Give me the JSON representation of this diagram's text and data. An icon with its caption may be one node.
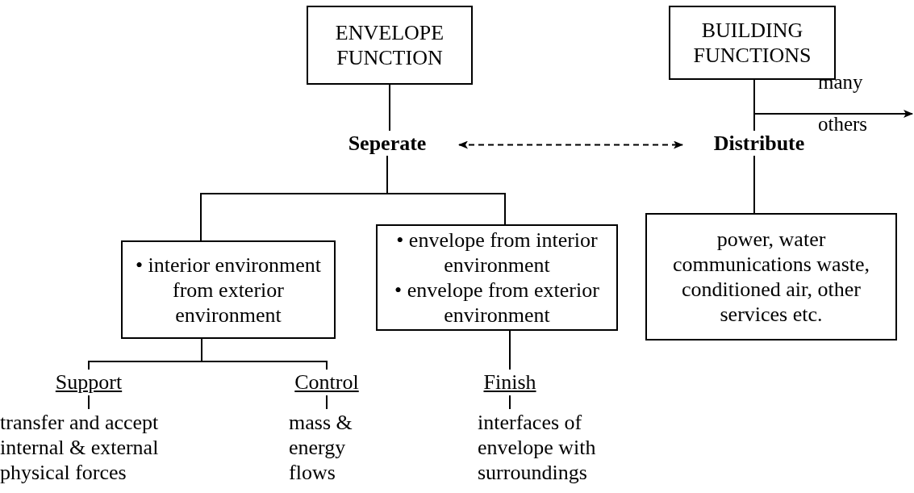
{
  "diagram": {
    "nodes": [
      {
        "text": [
          "ENVELOPE FUNCTION"
        ]
      },
      {
        "text": [
          "BUILDING FUNCTIONS"
        ]
      },
      {
        "text": [
          "Seperate"
        ]
      },
      {
        "text": [
          "Distribute"
        ]
      },
      {
        "text": [
          "• interior environment from exterior environment"
        ]
      },
      {
        "text": [
          "• envelope from interior environment",
          "• envelope from exterior environment"
        ]
      },
      {
        "text": [
          "power, water communications waste, conditioned air, other services etc."
        ]
      },
      {
        "text": [
          "Support"
        ]
      },
      {
        "text": [
          "Control"
        ]
      },
      {
        "text": [
          "Finish"
        ]
      },
      {
        "text": [
          "transfer and accept internal & external physical forces"
        ]
      },
      {
        "text": [
          "mass & energy flows"
        ]
      },
      {
        "text": [
          "interfaces of envelope with surroundings"
        ]
      }
    ],
    "edges": [
      {
        "from": 0,
        "to": 2,
        "arrow": "none"
      },
      {
        "from": 2,
        "to": 3,
        "arrow": "both",
        "style": "dashed"
      },
      {
        "from": 1,
        "to": 3,
        "arrow": "none"
      },
      {
        "from": 1,
        "to": null,
        "arrow": "to",
        "label": "many others"
      },
      {
        "from": 3,
        "to": 6,
        "arrow": "none"
      },
      {
        "from": 2,
        "to": 4,
        "arrow": "none"
      },
      {
        "from": 2,
        "to": 5,
        "arrow": "none"
      },
      {
        "from": 4,
        "to": 7,
        "arrow": "none"
      },
      {
        "from": 4,
        "to": 8,
        "arrow": "none"
      },
      {
        "from": 5,
        "to": 9,
        "arrow": "none"
      },
      {
        "from": 7,
        "to": 10,
        "arrow": "none"
      },
      {
        "from": 8,
        "to": 11,
        "arrow": "none"
      },
      {
        "from": 9,
        "to": 12,
        "arrow": "none"
      }
    ]
  }
}
